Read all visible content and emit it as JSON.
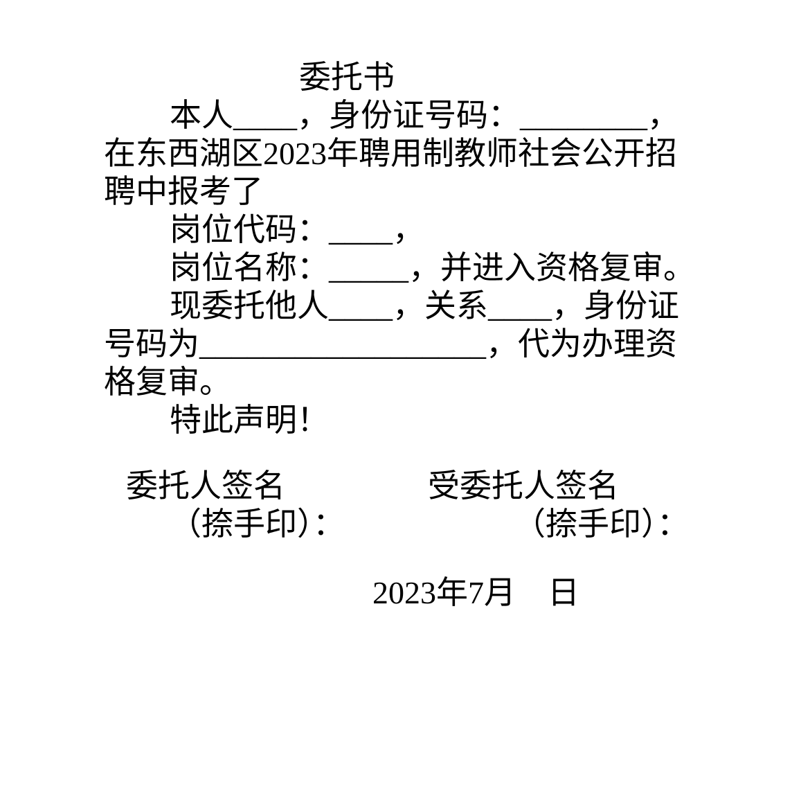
{
  "title": "委托书",
  "lines": {
    "l1": [
      "本人",
      "____",
      "，身份证号码：",
      "________",
      "，"
    ],
    "l2": "在东西湖区2023年聘用制教师社会公开招",
    "l3": "聘中报考了",
    "l4": [
      "岗位代码：",
      "____",
      "，"
    ],
    "l5": [
      "岗位名称：",
      "_____",
      "，并进入资格复审。"
    ],
    "l6": [
      "现委托他人",
      "____",
      "，关系",
      "____",
      "，身份证"
    ],
    "l7": [
      "号码为",
      "__________________",
      "，代为办理资"
    ],
    "l8": "格复审。",
    "l9": "特此声明！"
  },
  "signatures": {
    "principal_label": "委托人签名",
    "principal_note": "（捺手印）：",
    "agent_label": "受委托人签名",
    "agent_note": "（捺手印）："
  },
  "date": "2023年7月　日"
}
